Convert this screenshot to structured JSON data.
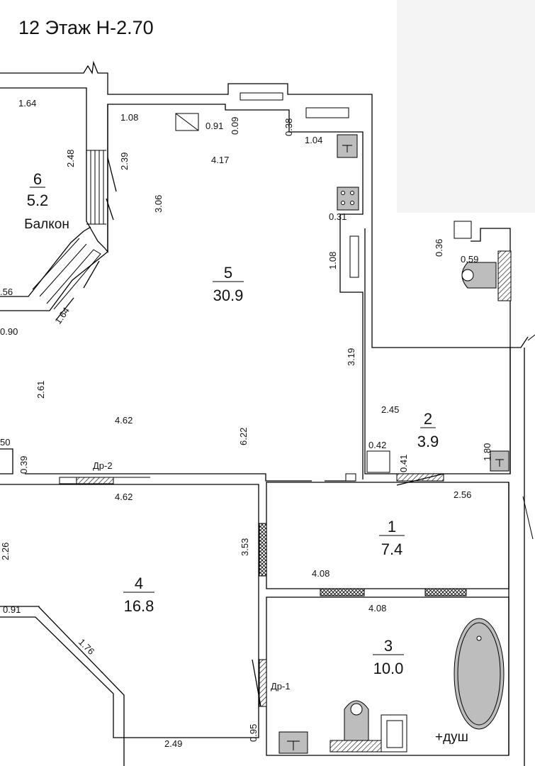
{
  "title": "12 Этаж Н-2.70",
  "rooms": [
    {
      "number": "1",
      "area": "7.4",
      "name": ""
    },
    {
      "number": "2",
      "area": "3.9",
      "name": ""
    },
    {
      "number": "3",
      "area": "10.0",
      "name": ""
    },
    {
      "number": "4",
      "area": "16.8",
      "name": ""
    },
    {
      "number": "5",
      "area": "30.9",
      "name": ""
    },
    {
      "number": "6",
      "area": "5.2",
      "name": "Балкон"
    }
  ],
  "doors": {
    "dr1": "Др-1",
    "dr2": "Др-2"
  },
  "note": "+душ",
  "dimensions": {
    "d_164_top": "1.64",
    "d_248": "2.48",
    "d_239": "2.39",
    "d_108_top": "1.08",
    "d_091_top": "0.91",
    "d_009": "0.09",
    "d_038": "0.38",
    "d_104": "1.04",
    "d_417": "4.17",
    "d_306": "3.06",
    "d_031": "0.31",
    "d_108_side": "1.08",
    "d_056": ".56",
    "d_164_diag": "1.64",
    "d_090": "0.90",
    "d_319": "3.19",
    "d_261": "2.61",
    "d_462_a": "4.62",
    "d_622": "6.22",
    "d_050": "50",
    "d_039": "0.39",
    "d_036": "0.36",
    "d_059": "0.59",
    "d_245": "2.45",
    "d_042": "0.42",
    "d_041": "0.41",
    "d_180": "1.80",
    "d_462_b": "4.62",
    "d_256": "2.56",
    "d_353": "3.53",
    "d_408_a": "4.08",
    "d_408_b": "4.08",
    "d_226": "2.26",
    "d_091_low": "0.91",
    "d_176": "1.76",
    "d_095": "0.95",
    "d_249": "2.49"
  }
}
